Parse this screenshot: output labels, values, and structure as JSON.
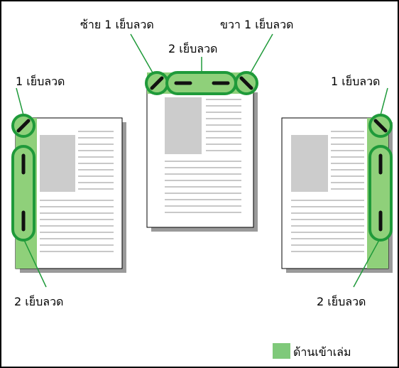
{
  "labels": {
    "left_top": "1 เย็บลวด",
    "left_bottom": "2 เย็บลวด",
    "center_left": "ซ้าย 1 เย็บลวด",
    "center_middle": "2 เย็บลวด",
    "center_right": "ขวา 1 เย็บลวด",
    "right_top": "1 เย็บลวด",
    "right_bottom": "2 เย็บลวด"
  },
  "legend": {
    "label": "ด้านเข้าเล่ม",
    "color": "#7fc97a"
  },
  "colors": {
    "binding_green": "#8fd07a",
    "ring_green": "#1f9a3a",
    "staple": "#111111",
    "shadow": "#9a9a9a",
    "image_block": "#cccccc",
    "text_lines": "#c8c8c8"
  }
}
